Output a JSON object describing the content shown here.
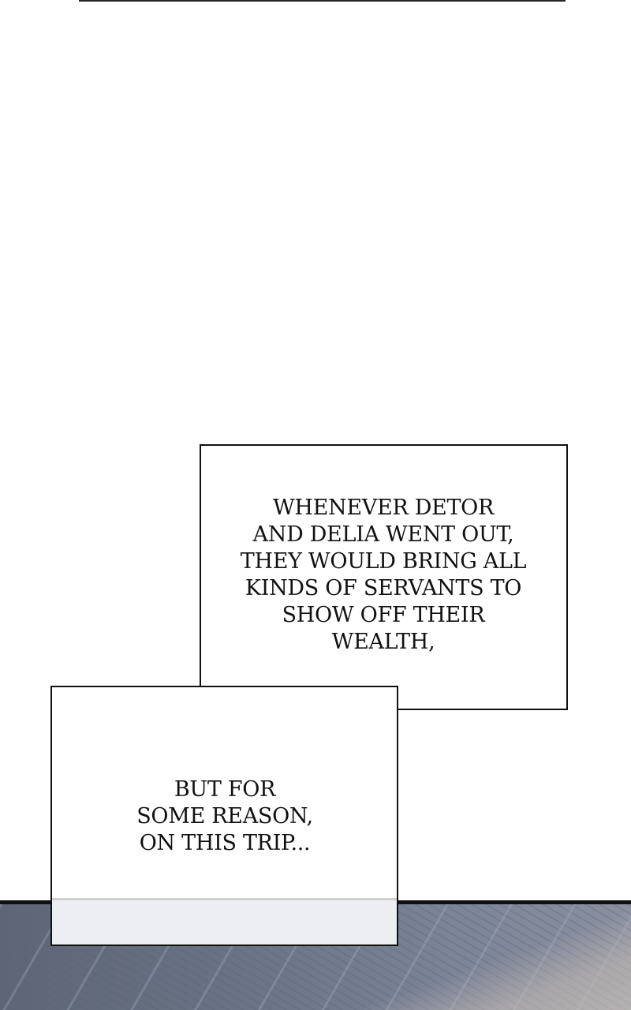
{
  "panel": {
    "caption_1": [
      "WHENEVER DETOR",
      "AND DELIA WENT OUT,",
      "THEY WOULD BRING ALL",
      "KINDS OF SERVANTS TO",
      "SHOW OFF THEIR",
      "WEALTH,"
    ],
    "caption_2": [
      "BUT FOR",
      "SOME REASON,",
      "ON THIS TRIP..."
    ]
  }
}
